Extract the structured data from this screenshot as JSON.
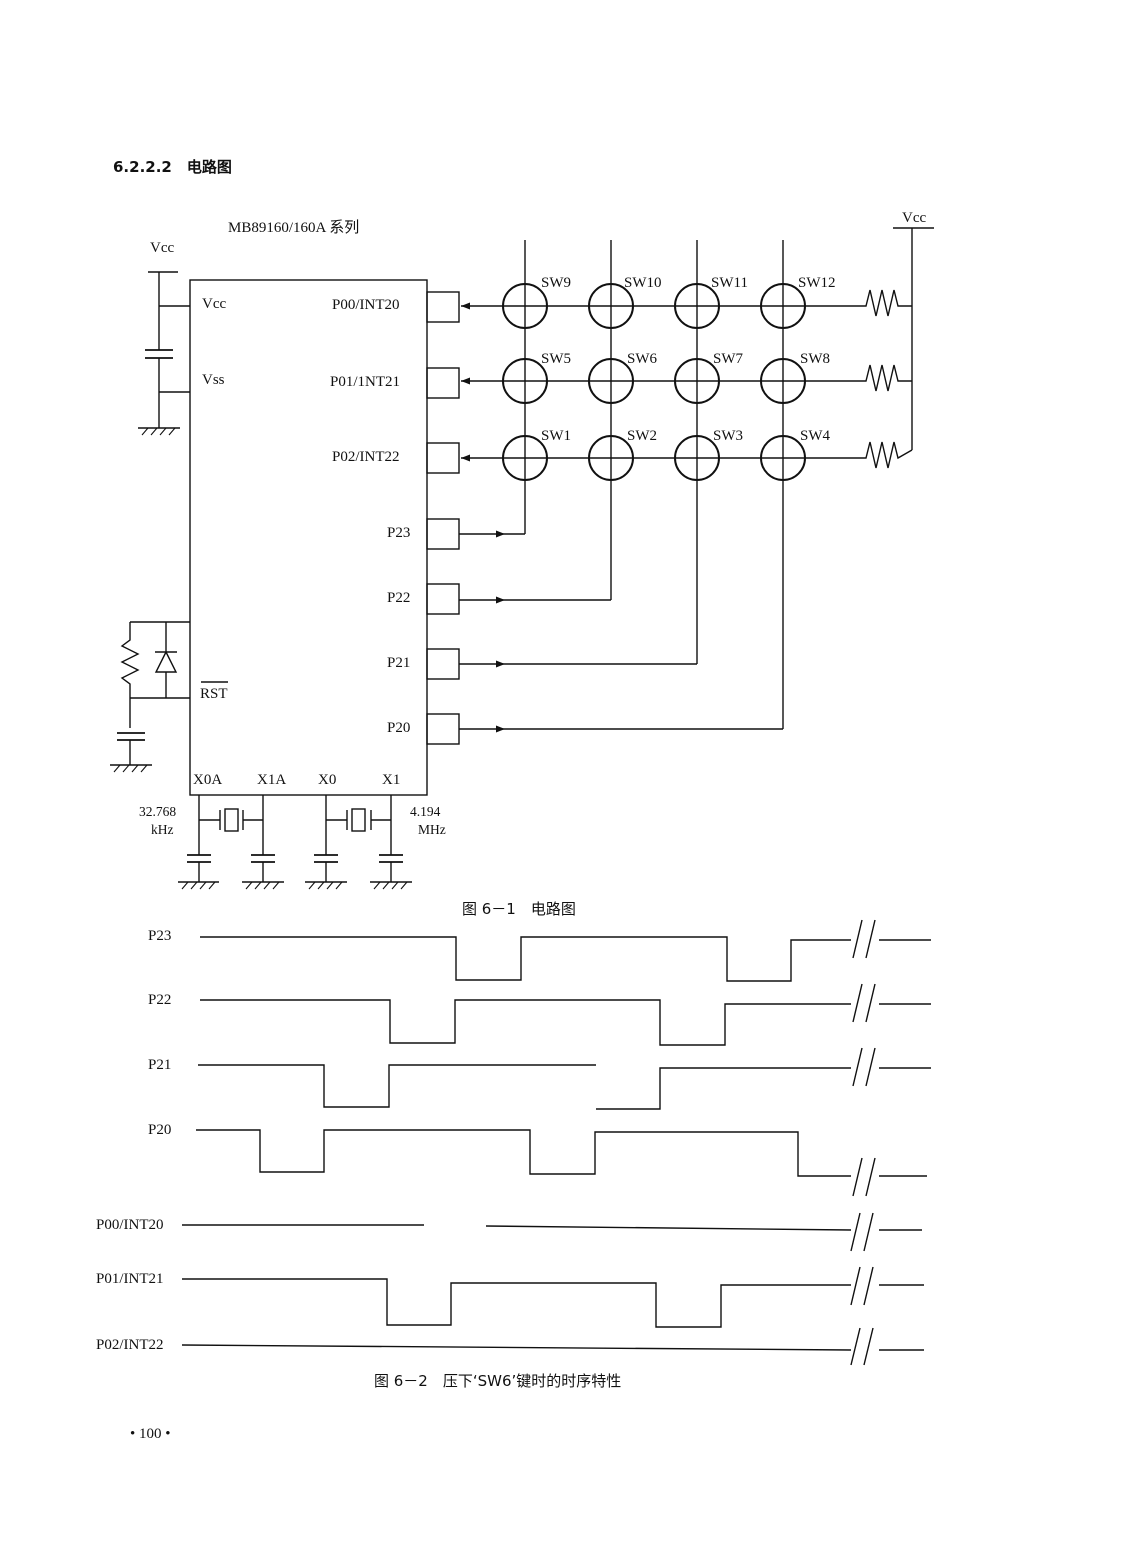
{
  "section_heading": "6.2.2.2　电路图",
  "chip_label": "MB89160/160A 系列",
  "vcc_labels": {
    "left": "Vcc",
    "right": "Vcc"
  },
  "chip_pins": {
    "vcc": "Vcc",
    "vss": "Vss",
    "rst": "RST",
    "p00": "P00/INT20",
    "p01": "P01/1NT21",
    "p02": "P02/INT22",
    "p23": "P23",
    "p22": "P22",
    "p21": "P21",
    "p20": "P20",
    "x0a": "X0A",
    "x1a": "X1A",
    "x0": "X0",
    "x1": "X1"
  },
  "switches": [
    {
      "id": "sw9",
      "label": "SW9"
    },
    {
      "id": "sw10",
      "label": "SW10"
    },
    {
      "id": "sw11",
      "label": "SW11"
    },
    {
      "id": "sw12",
      "label": "SW12"
    },
    {
      "id": "sw5",
      "label": "SW5"
    },
    {
      "id": "sw6",
      "label": "SW6"
    },
    {
      "id": "sw7",
      "label": "SW7"
    },
    {
      "id": "sw8",
      "label": "SW8"
    },
    {
      "id": "sw1",
      "label": "SW1"
    },
    {
      "id": "sw2",
      "label": "SW2"
    },
    {
      "id": "sw3",
      "label": "SW3"
    },
    {
      "id": "sw4",
      "label": "SW4"
    }
  ],
  "crystals": {
    "low_freq_value": "32.768",
    "low_freq_unit": "kHz",
    "high_freq_value": "4.194",
    "high_freq_unit": "MHz"
  },
  "figure1_caption": "图 6－1　电路图",
  "timing_labels": {
    "p23": "P23",
    "p22": "P22",
    "p21": "P21",
    "p20": "P20",
    "p00": "P00/INT20",
    "p01": "P01/INT21",
    "p02": "P02/INT22"
  },
  "figure2_caption": "图 6－2　压下‘SW6’键时的时序特性",
  "page_number": "• 100 •"
}
